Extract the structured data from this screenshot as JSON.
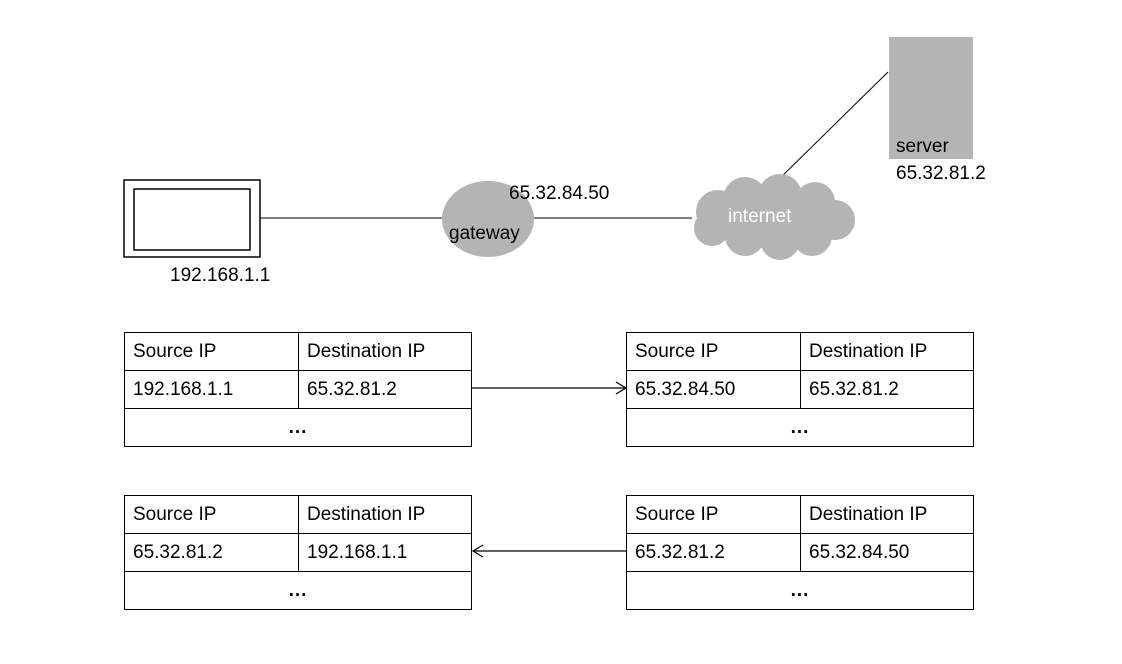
{
  "network": {
    "client_ip": "192.168.1.1",
    "gateway_label": "gateway",
    "gateway_ip": "65.32.84.50",
    "internet_label": "internet",
    "server_label": "server",
    "server_ip": "65.32.81.2"
  },
  "packets": [
    {
      "headers": [
        "Source IP",
        "Destination IP"
      ],
      "values": [
        "192.168.1.1",
        "65.32.81.2"
      ],
      "more": "..."
    },
    {
      "headers": [
        "Source IP",
        "Destination IP"
      ],
      "values": [
        "65.32.84.50",
        "65.32.81.2"
      ],
      "more": "..."
    },
    {
      "headers": [
        "Source IP",
        "Destination IP"
      ],
      "values": [
        "65.32.81.2",
        "192.168.1.1"
      ],
      "more": "..."
    },
    {
      "headers": [
        "Source IP",
        "Destination IP"
      ],
      "values": [
        "65.32.81.2",
        "65.32.84.50"
      ],
      "more": "..."
    }
  ],
  "colors": {
    "node_fill": "#b4b4b4",
    "line": "#000000"
  }
}
